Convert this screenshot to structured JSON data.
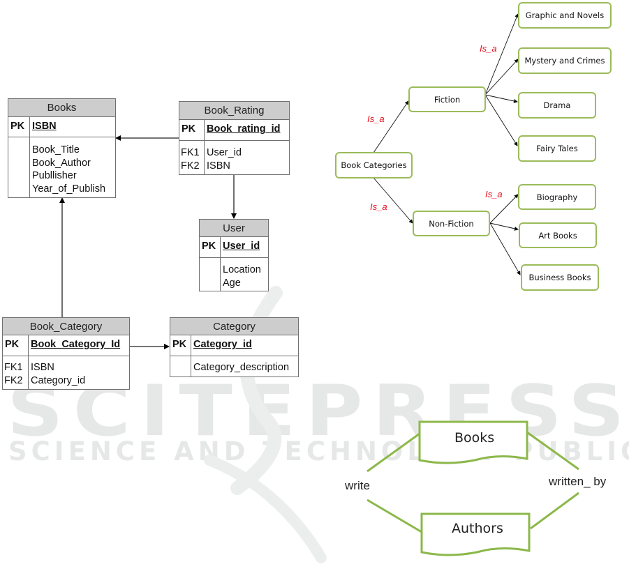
{
  "watermark": {
    "big": "SCITEPRESS",
    "small": "SCIENCE AND TECHNOLOGY PUBLICATIONS"
  },
  "erd": {
    "tables": {
      "books": {
        "name": "Books",
        "pk_label": "PK",
        "pk_field": "ISBN",
        "fk_labels": [],
        "fields": [
          "Book_Title",
          "Book_Author",
          "Publlisher",
          "Year_of_Publish"
        ]
      },
      "book_rating": {
        "name": "Book_Rating",
        "pk_label": "PK",
        "pk_field": "Book_rating_id",
        "fk_labels": [
          "FK1",
          "FK2"
        ],
        "fields": [
          "User_id",
          "ISBN"
        ]
      },
      "user": {
        "name": "User",
        "pk_label": "PK",
        "pk_field": "User_id",
        "fk_labels": [],
        "fields": [
          "Location",
          "Age"
        ]
      },
      "book_category": {
        "name": "Book_Category",
        "pk_label": "PK",
        "pk_field": "Book_Category_Id",
        "fk_labels": [
          "FK1",
          "FK2"
        ],
        "fields": [
          "ISBN",
          "Category_id"
        ]
      },
      "category": {
        "name": "Category",
        "pk_label": "PK",
        "pk_field": "Category_id",
        "fk_labels": [],
        "fields": [
          "Category_description"
        ]
      }
    },
    "relations": [
      {
        "from": "Book_Rating",
        "to": "Books"
      },
      {
        "from": "Book_Rating",
        "to": "User"
      },
      {
        "from": "Book_Category",
        "to": "Books"
      },
      {
        "from": "Book_Category",
        "to": "Category"
      }
    ]
  },
  "taxonomy": {
    "root": "Book Categories",
    "relation_label": "Is_a",
    "fiction": {
      "label": "Fiction",
      "children": [
        "Graphic and Novels",
        "Mystery and Crimes",
        "Drama",
        "Fairy Tales"
      ]
    },
    "nonfiction": {
      "label": "Non-Fiction",
      "children": [
        "Biography",
        "Art Books",
        "Business Books"
      ]
    },
    "colors": {
      "box_border": "#9bbb59",
      "relation_label": "#e8101c"
    }
  },
  "concept": {
    "entities": [
      "Books",
      "Authors"
    ],
    "relations": {
      "left": "write",
      "right": "written_ by"
    },
    "color": "#8cb84a"
  }
}
